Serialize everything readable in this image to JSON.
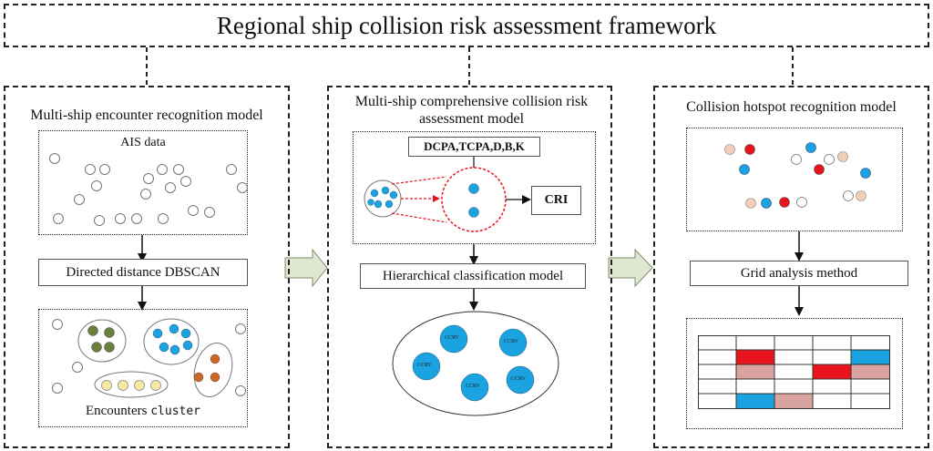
{
  "title": "Regional ship collision risk assessment framework",
  "panels": {
    "left": {
      "title": "Multi-ship encounter recognition model",
      "ais_label": "AIS data",
      "method": "Directed distance DBSCAN",
      "clusters_label": "Encounters",
      "clusters_label_mono": "cluster"
    },
    "middle": {
      "title": "Multi-ship comprehensive collision risk assessment model",
      "factors": "DCPA,TCPA,D,B,K",
      "output": "CRI",
      "method": "Hierarchical classification model",
      "node_label": "CCRV"
    },
    "right": {
      "title": "Collision hotspot recognition model",
      "method": "Grid analysis method"
    }
  },
  "colors": {
    "blue": "#1aa3e0",
    "red": "#e8141c",
    "pink": "#d9a3a0",
    "peach": "#f2cfb8",
    "green": "#6a7f3a",
    "orange": "#c8692a",
    "yellow": "#f9e7a4",
    "gray_dot": "#ffffff",
    "arrow_fill": "#dfe7d0"
  }
}
